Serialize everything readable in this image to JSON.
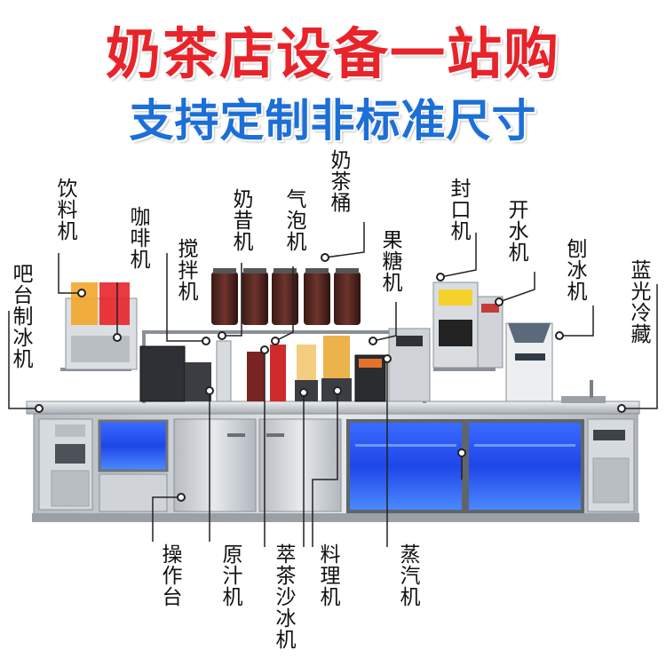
{
  "title": "奶茶店设备一站购",
  "subtitle": "支持定制非标准尺寸",
  "labels": {
    "bar_ice_machine": "吧台制冰机",
    "beverage_machine": "饮料机",
    "coffee_machine": "咖啡机",
    "mixer": "搅拌机",
    "milkshake_machine": "奶昔机",
    "bubble_machine": "气泡机",
    "tea_bucket": "奶茶桶",
    "fructose_machine": "果糖机",
    "sealer": "封口机",
    "water_boiler": "开水机",
    "ice_shaver": "刨冰机",
    "blue_fridge": "蓝光冷藏",
    "work_table": "操作台",
    "juicer": "原汁机",
    "tea_smoothie": "萃茶沙冰机",
    "food_processor": "料理机",
    "steam_machine": "蒸汽机"
  },
  "colors": {
    "title": "#e8232a",
    "subtitle": "#1c6fd6",
    "fridge_glow": "#1f5bff",
    "steel": "#c9ced3"
  },
  "icons": {
    "callout_dot": "callout-dot-icon"
  }
}
